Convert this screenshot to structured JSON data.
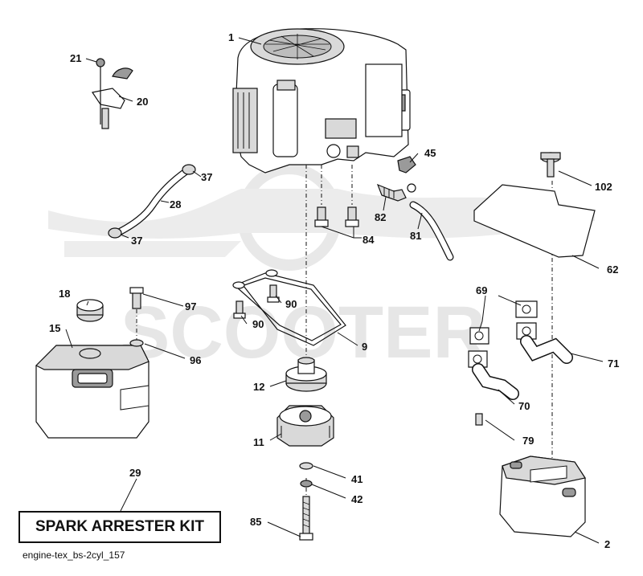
{
  "watermark": {
    "text": "SCOOTER"
  },
  "callouts": {
    "c1": "1",
    "c2": "2",
    "c9": "9",
    "c11": "11",
    "c12": "12",
    "c15": "15",
    "c18": "18",
    "c20": "20",
    "c21": "21",
    "c28": "28",
    "c29": "29",
    "c37a": "37",
    "c37b": "37",
    "c41": "41",
    "c42": "42",
    "c45": "45",
    "c62": "62",
    "c69": "69",
    "c70": "70",
    "c71": "71",
    "c79": "79",
    "c81": "81",
    "c82": "82",
    "c84": "84",
    "c85": "85",
    "c90a": "90",
    "c90b": "90",
    "c96": "96",
    "c97": "97",
    "c102": "102"
  },
  "kit_label": "SPARK ARRESTER KIT",
  "caption": "engine-tex_bs-2cyl_157"
}
